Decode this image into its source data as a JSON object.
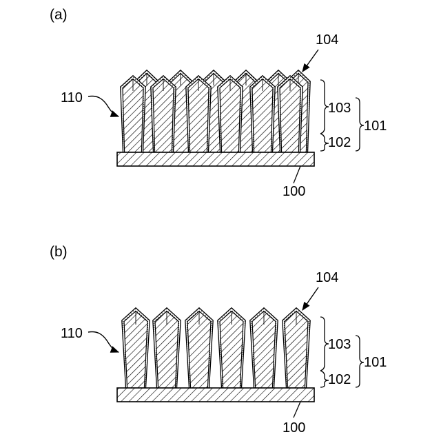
{
  "figures": [
    {
      "label": "(a)",
      "labels": {
        "whisker": "110",
        "coating": "104",
        "upper": "103",
        "lower": "102",
        "total": "101",
        "substrate": "100"
      }
    },
    {
      "label": "(b)",
      "labels": {
        "whisker": "110",
        "coating": "104",
        "upper": "103",
        "lower": "102",
        "total": "101",
        "substrate": "100"
      }
    }
  ],
  "colors": {
    "stroke": "#000000",
    "background": "#ffffff",
    "hatch": "#000000",
    "coating_dots": "#555555"
  }
}
